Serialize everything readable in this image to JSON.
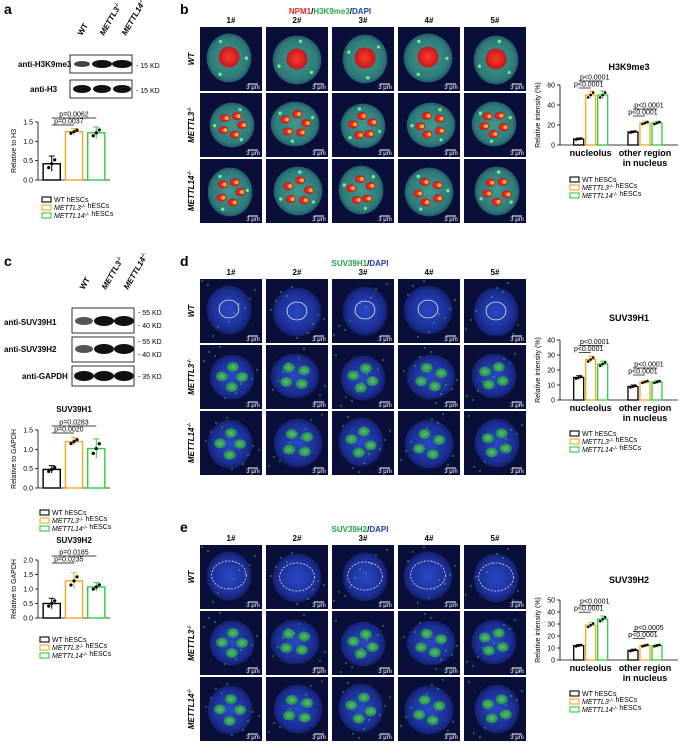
{
  "panels": {
    "a": "a",
    "b": "b",
    "c": "c",
    "d": "d",
    "e": "e"
  },
  "colors": {
    "wt": "#000000",
    "mettl3": "#f5a623",
    "mettl14": "#2ecc40",
    "npm1": "#e8262b",
    "h3k9me3": "#2aa84a",
    "dapi": "#1a3cb4",
    "suv": "#1ea34a",
    "cellbg": "#0a0f3a"
  },
  "blot_a": {
    "lanes": [
      "WT",
      "METTL3",
      "METTL14"
    ],
    "lane_sups": [
      "",
      "-/-",
      "-/-"
    ],
    "rows": [
      {
        "label": "anti-H3K9me3",
        "kd": "- 15 KD"
      },
      {
        "label": "anti-H3",
        "kd": "- 15 KD"
      }
    ]
  },
  "blot_c": {
    "lanes": [
      "WT",
      "METTL3",
      "METTL14"
    ],
    "lane_sups": [
      "",
      "-/-",
      "-/-"
    ],
    "rows": [
      {
        "label": "anti-SUV39H1",
        "kd1": "- 55 KD",
        "kd2": "- 40 KD"
      },
      {
        "label": "anti-SUV39H2",
        "kd1": "- 55 KD",
        "kd2": "- 40 KD"
      },
      {
        "label": "anti-GAPDH",
        "kd1": "- 35 KD",
        "kd2": ""
      }
    ]
  },
  "legend": {
    "wt": "WT hESCs",
    "mettl3_gene": "METTL3",
    "mettl3_sup": "-/-",
    "mettl3_suffix": " hESCs",
    "mettl14_gene": "METTL14",
    "mettl14_sup": "-/-",
    "mettl14_suffix": " hESCs"
  },
  "chart_a": {
    "type": "bar",
    "categories": [
      "WT",
      "METTL3-/-",
      "METTL14-/-"
    ],
    "values": [
      0.42,
      1.25,
      1.22
    ],
    "errors": [
      0.2,
      0.08,
      0.15
    ],
    "ylabel": "Relative to H3",
    "ylim": [
      0,
      1.5
    ],
    "yticks": [
      "0.0",
      "0.5",
      "1.0",
      "1.5"
    ],
    "pvalues": [
      "p=0.0062",
      "p=0.0037"
    ]
  },
  "chart_c1": {
    "type": "bar",
    "title": "SUV39H1",
    "categories": [
      "WT",
      "METTL3-/-",
      "METTL14-/-"
    ],
    "values": [
      0.48,
      1.2,
      1.02
    ],
    "errors": [
      0.1,
      0.1,
      0.25
    ],
    "ylabel": "Relative to GAPDH",
    "ylim": [
      0,
      1.5
    ],
    "yticks": [
      "0.0",
      "0.5",
      "1.0",
      "1.5"
    ],
    "pvalues": [
      "p=0.0283",
      "p=0.0020"
    ]
  },
  "chart_c2": {
    "type": "bar",
    "title": "SUV39H2",
    "categories": [
      "WT",
      "METTL3-/-",
      "METTL14-/-"
    ],
    "values": [
      0.5,
      1.28,
      1.07
    ],
    "errors": [
      0.18,
      0.28,
      0.15
    ],
    "ylabel": "Relative to GAPDH",
    "ylim": [
      0,
      2.0
    ],
    "yticks": [
      "0.0",
      "0.5",
      "1.0",
      "1.5",
      "2.0"
    ],
    "pvalues": [
      "p=0.0185",
      "p=0.0235"
    ]
  },
  "chart_b": {
    "type": "bar",
    "title": "H3K9me3",
    "ylabel": "Relative intensity (%)",
    "groups": [
      "nucleolus",
      "other region\nin nucleus"
    ],
    "series": [
      {
        "name": "WT hESCs",
        "values": [
          6,
          13
        ]
      },
      {
        "name": "METTL3-/- hESCs",
        "values": [
          50,
          22
        ]
      },
      {
        "name": "METTL14-/- hESCs",
        "values": [
          50,
          22
        ]
      }
    ],
    "ylim": [
      0,
      60
    ],
    "yticks": [
      "0",
      "20",
      "40",
      "60"
    ],
    "pvalues": [
      "p<0.0001",
      "p<0.0001",
      "p<0.0001",
      "p<0.0001"
    ]
  },
  "chart_d": {
    "type": "bar",
    "title": "SUV39H1",
    "ylabel": "Relative intensity (%)",
    "groups": [
      "nucleolus",
      "other region\nin nucleus"
    ],
    "series": [
      {
        "name": "WT hESCs",
        "values": [
          15,
          9
        ]
      },
      {
        "name": "METTL3-/- hESCs",
        "values": [
          27,
          12
        ]
      },
      {
        "name": "METTL14-/- hESCs",
        "values": [
          24,
          12
        ]
      }
    ],
    "ylim": [
      0,
      40
    ],
    "yticks": [
      "0",
      "10",
      "20",
      "30",
      "40"
    ],
    "pvalues": [
      "p<0.0001",
      "p<0.0001",
      "p<0.0001",
      "p<0.0001"
    ]
  },
  "chart_e": {
    "type": "bar",
    "title": "SUV39H2",
    "ylabel": "Relative intensity (%)",
    "groups": [
      "nucleolus",
      "other region\nin nucleus"
    ],
    "series": [
      {
        "name": "WT hESCs",
        "values": [
          12,
          8
        ]
      },
      {
        "name": "METTL3-/- hESCs",
        "values": [
          29,
          12
        ]
      },
      {
        "name": "METTL14-/- hESCs",
        "values": [
          34,
          12
        ]
      }
    ],
    "ylim": [
      0,
      50
    ],
    "yticks": [
      "0",
      "10",
      "20",
      "30",
      "40",
      "50"
    ],
    "pvalues": [
      "p<0.0001",
      "p<0.0001",
      "p<0.0005",
      "p<0.0001"
    ]
  },
  "micro_b": {
    "title_npm1": "NPM1",
    "title_sep1": "/",
    "title_h3": "H3K9me3",
    "title_sep2": "/",
    "title_dapi": "DAPI",
    "cols": [
      "1#",
      "2#",
      "3#",
      "4#",
      "5#"
    ],
    "rows": [
      {
        "gene": "WT",
        "sup": ""
      },
      {
        "gene": "METTL3",
        "sup": "-/-"
      },
      {
        "gene": "METTL14",
        "sup": "-/-"
      }
    ],
    "scale": "3 μm"
  },
  "micro_d": {
    "title_suv": "SUV39H1",
    "title_sep": "/",
    "title_dapi": "DAPI",
    "cols": [
      "1#",
      "2#",
      "3#",
      "4#",
      "5#"
    ],
    "rows": [
      {
        "gene": "WT",
        "sup": ""
      },
      {
        "gene": "METTL3",
        "sup": "-/-"
      },
      {
        "gene": "METTL14",
        "sup": "-/-"
      }
    ],
    "scale": "3 μm"
  },
  "micro_e": {
    "title_suv": "SUV39H2",
    "title_sep": "/",
    "title_dapi": "DAPI",
    "cols": [
      "1#",
      "2#",
      "3#",
      "4#",
      "5#"
    ],
    "rows": [
      {
        "gene": "WT",
        "sup": ""
      },
      {
        "gene": "METTL3",
        "sup": "-/-"
      },
      {
        "gene": "METTL14",
        "sup": "-/-"
      }
    ],
    "scale": "3 μm"
  }
}
